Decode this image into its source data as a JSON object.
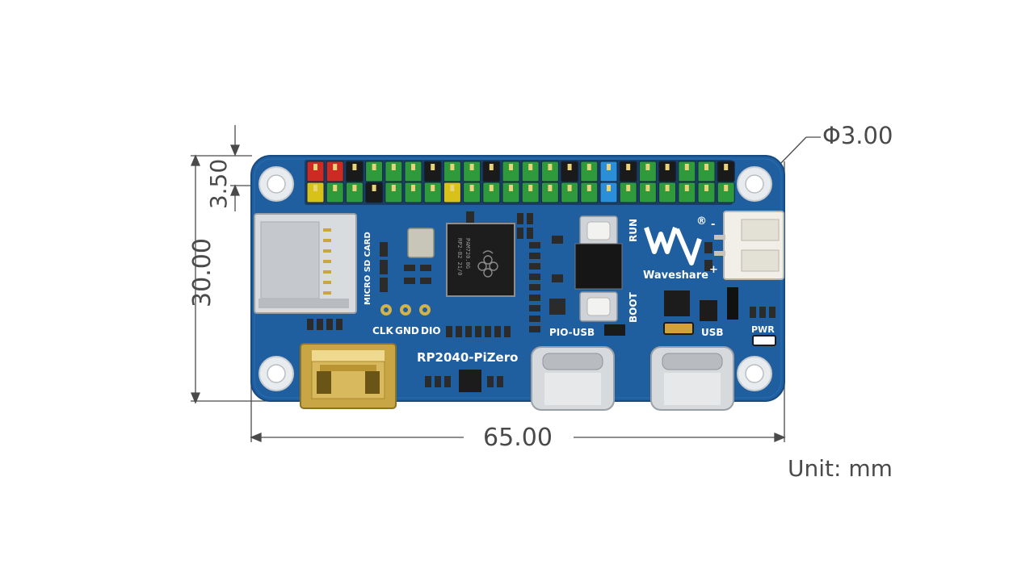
{
  "dimensions": {
    "width": "65.00",
    "height": "30.00",
    "top_offset": "3.50",
    "hole_diameter": "Φ3.00",
    "unit": "Unit: mm"
  },
  "board": {
    "name": "RP2040-PiZero",
    "brand": "Waveshare",
    "brand_mark": "®",
    "chip_text": [
      "RP2-B2  21/0",
      "PAM720.0G"
    ],
    "labels": {
      "sd_card": "MICRO SD CARD",
      "clk": "CLK",
      "gnd": "GND",
      "dio": "DIO",
      "run": "RUN",
      "boot": "BOOT",
      "pio_usb": "PIO-USB",
      "usb": "USB",
      "pwr": "PWR",
      "plus": "+",
      "minus": "-"
    }
  },
  "colors": {
    "pcb": "#1f5fa0",
    "pcb_edge": "#174b82",
    "header_green": "#2f9a3c",
    "header_black": "#1a1a1a",
    "header_red": "#cc2a22",
    "header_yellow": "#d8c21a",
    "header_blue": "#2a8fd8",
    "dimension_line": "#4a4a4a"
  },
  "header_pins": {
    "top_row": [
      "red",
      "red",
      "black",
      "green",
      "green",
      "green",
      "black",
      "green",
      "green",
      "black",
      "green",
      "green",
      "green",
      "black",
      "green",
      "blue",
      "black",
      "green",
      "black",
      "green",
      "green",
      "black"
    ],
    "bottom_row": [
      "yellow",
      "green",
      "green",
      "black",
      "green",
      "green",
      "green",
      "yellow",
      "green",
      "green",
      "green",
      "green",
      "green",
      "green",
      "green",
      "blue",
      "green",
      "green",
      "green",
      "green",
      "green",
      "green"
    ]
  }
}
